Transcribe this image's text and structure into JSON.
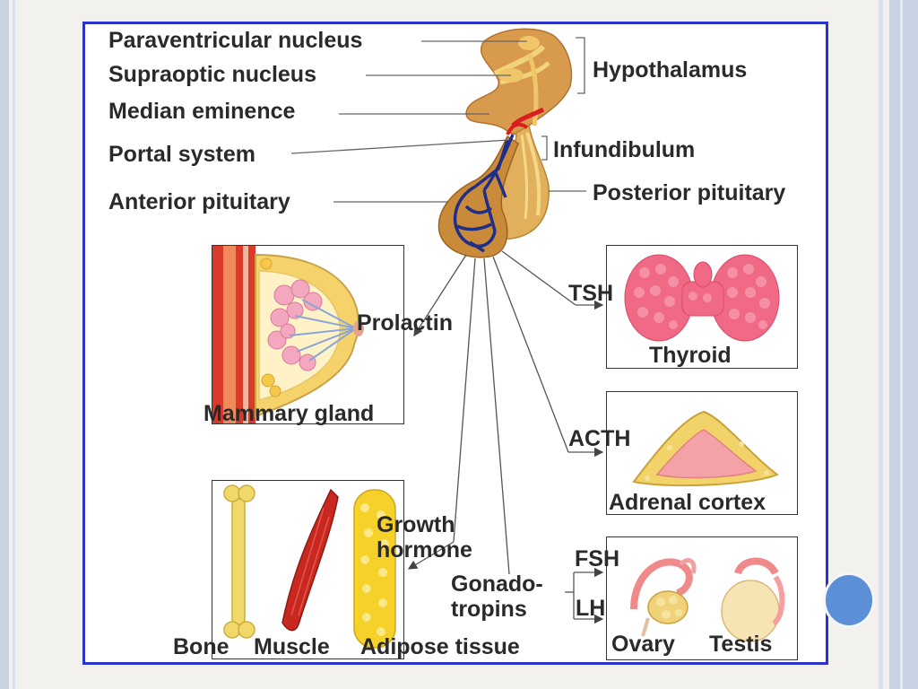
{
  "labels": {
    "paraventricular_nucleus": "Paraventricular nucleus",
    "supraoptic_nucleus": "Supraoptic nucleus",
    "median_eminence": "Median eminence",
    "portal_system": "Portal system",
    "anterior_pituitary": "Anterior pituitary",
    "hypothalamus": "Hypothalamus",
    "infundibulum": "Infundibulum",
    "posterior_pituitary": "Posterior pituitary",
    "prolactin": "Prolactin",
    "mammary_gland": "Mammary gland",
    "tsh": "TSH",
    "thyroid": "Thyroid",
    "acth": "ACTH",
    "adrenal_cortex": "Adrenal cortex",
    "growth_hormone_1": "Growth",
    "growth_hormone_2": "hormone",
    "gonadotropins_1": "Gonado-",
    "gonadotropins_2": "tropins",
    "fsh": "FSH",
    "lh": "LH",
    "bone": "Bone",
    "muscle": "Muscle",
    "adipose_tissue": "Adipose tissue",
    "ovary": "Ovary",
    "testis": "Testis"
  },
  "colors": {
    "frame": "#2a35c8",
    "gland": "#c98a3a",
    "portal_vessels": "#1f2e8a",
    "artery": "#d81e1e",
    "thyroid": "#f06a85",
    "adipose": "#f2cc2a",
    "muscle": "#c8281f",
    "slide_dot": "#5b8fd6"
  }
}
